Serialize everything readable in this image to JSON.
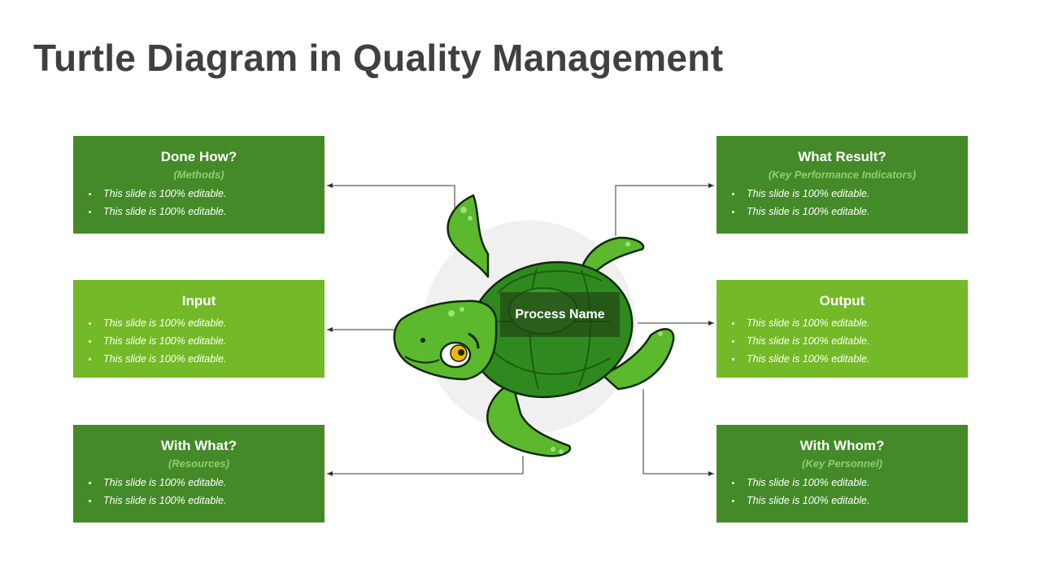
{
  "title": "Turtle Diagram in Quality Management",
  "process": {
    "label": "Process Name"
  },
  "boxes": {
    "done_how": {
      "title": "Done How?",
      "subtitle": "(Methods)",
      "bullets": [
        "This slide is 100% editable.",
        "This slide is 100% editable."
      ]
    },
    "input": {
      "title": "Input",
      "bullets": [
        "This slide is 100% editable.",
        "This slide is 100% editable.",
        "This slide is 100% editable."
      ]
    },
    "with_what": {
      "title": "With What?",
      "subtitle": "(Resources)",
      "bullets": [
        "This slide is 100% editable.",
        "This slide is 100% editable."
      ]
    },
    "what_result": {
      "title": "What Result?",
      "subtitle": "(Key Performance Indicators)",
      "bullets": [
        "This slide is 100% editable.",
        "This slide is 100% editable."
      ]
    },
    "output": {
      "title": "Output",
      "bullets": [
        "This slide is 100% editable.",
        "This slide is 100% editable.",
        "This slide is 100% editable."
      ]
    },
    "with_whom": {
      "title": "With Whom?",
      "subtitle": "(Key Personnel)",
      "bullets": [
        "This slide is 100% editable.",
        "This slide is 100% editable."
      ]
    }
  },
  "colors": {
    "dark_green": "#448a28",
    "light_green": "#74b927",
    "subtitle_green": "#8ed06c",
    "title_text": "#404040",
    "shell": "#2e8a1e",
    "skin": "#5cb82c"
  },
  "icons": [
    "turtle-illustration",
    "arrow-connector"
  ]
}
